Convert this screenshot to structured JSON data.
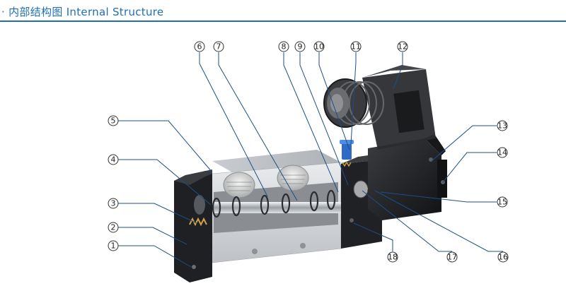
{
  "header": {
    "title": "· 内部结构图  Internal Structure",
    "accent_color": "#1f6fb5"
  },
  "callouts": [
    "1",
    "2",
    "3",
    "4",
    "5",
    "6",
    "7",
    "8",
    "9",
    "10",
    "11",
    "12",
    "13",
    "14",
    "15",
    "16",
    "17",
    "18"
  ],
  "colors": {
    "valve_body": "#d2d5d8",
    "end_cap": "#1e1f22",
    "coil": "#2a2b2e",
    "leader_line": "#1c4f86"
  }
}
